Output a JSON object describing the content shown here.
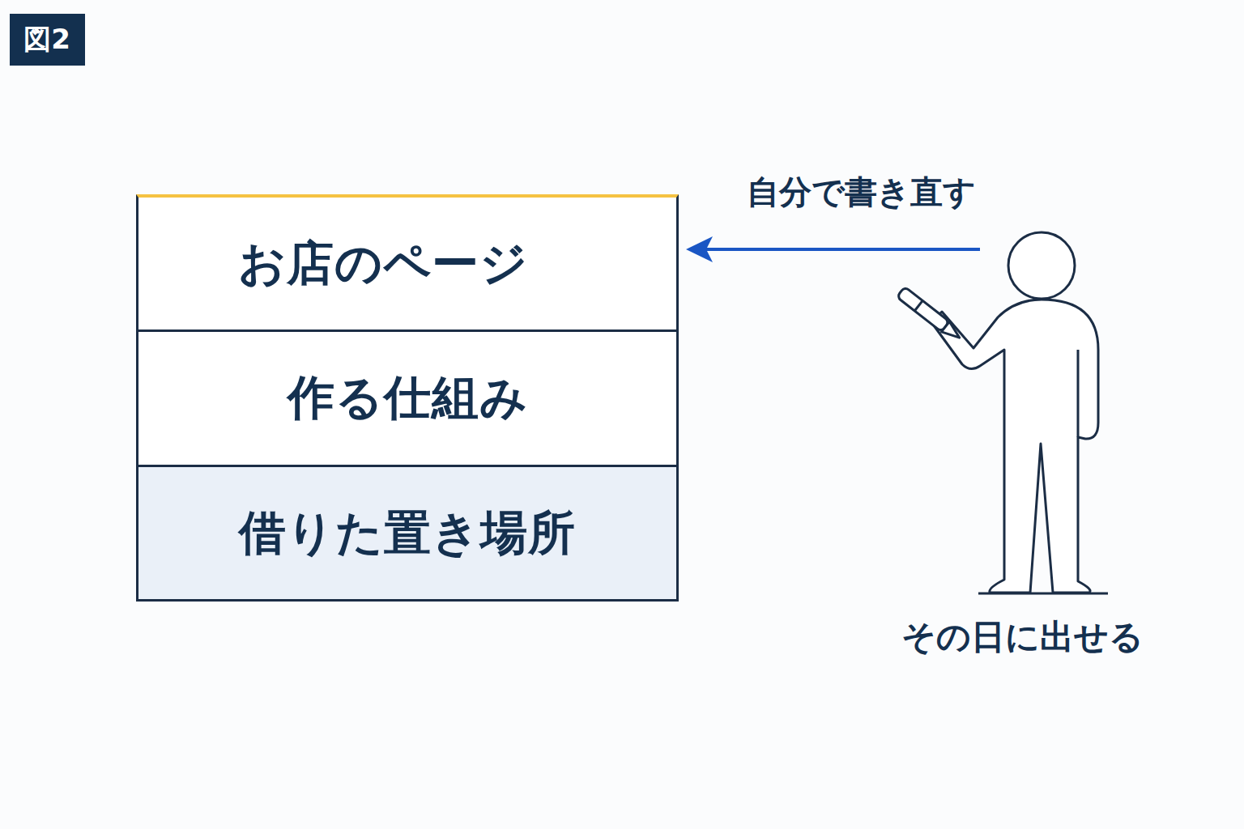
{
  "diagram": {
    "nodes": [
      {
        "text": [
          "お店のページ"
        ]
      },
      {
        "text": [
          "作る仕組み"
        ]
      },
      {
        "text": [
          "借りた置き場所"
        ]
      }
    ],
    "labels": [
      "図2",
      "自分で書き直す",
      "その日に出せる"
    ]
  }
}
